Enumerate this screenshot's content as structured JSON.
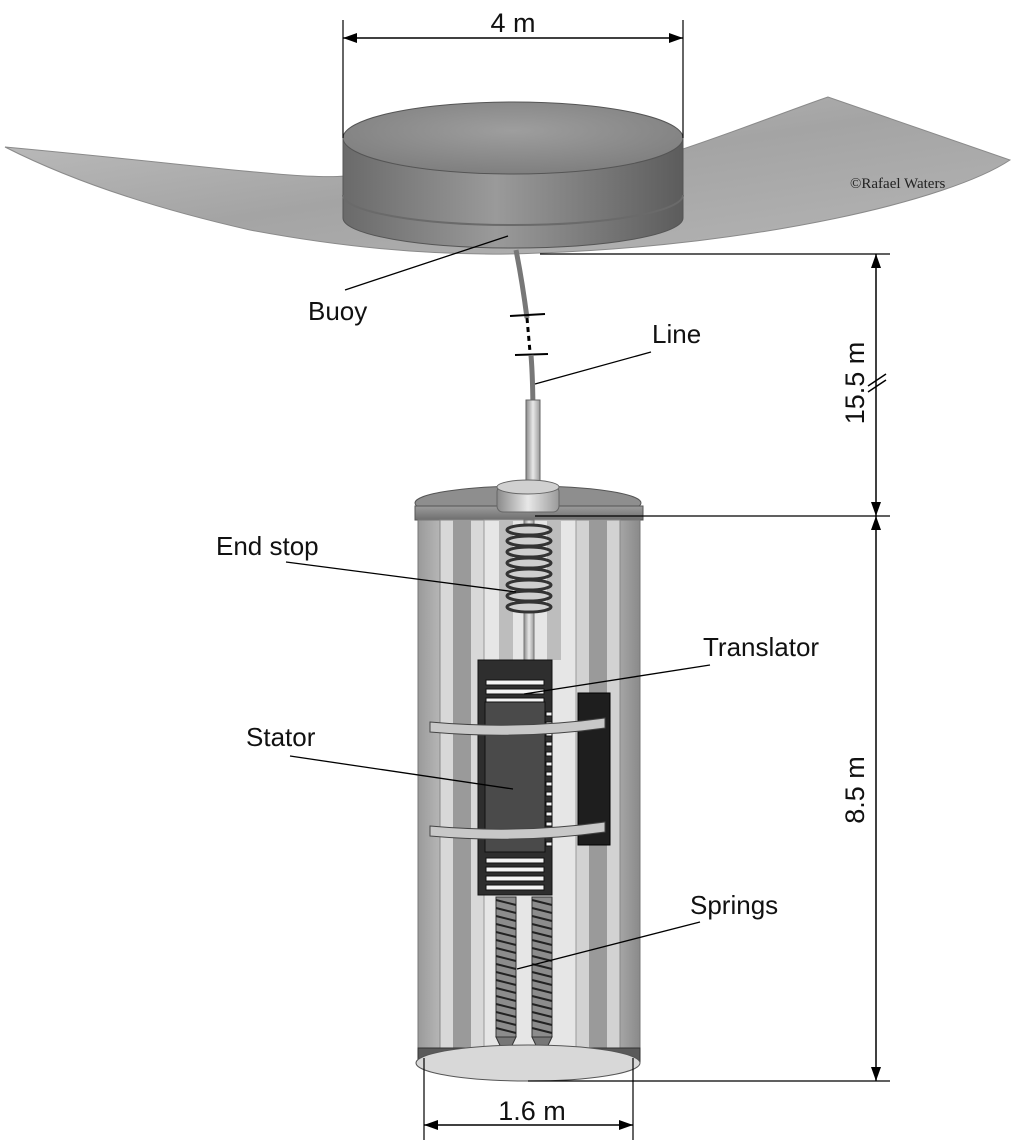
{
  "credit": "©Rafael Waters",
  "labels": {
    "buoy": "Buoy",
    "line": "Line",
    "end_stop": "End stop",
    "translator": "Translator",
    "stator": "Stator",
    "springs": "Springs"
  },
  "dimensions": {
    "buoy_diameter": "4 m",
    "line_length": "15.5 m",
    "generator_height": "8.5 m",
    "generator_diameter": "1.6 m"
  },
  "colors": {
    "sea_surface": "#a9a9a9",
    "buoy_top": "#8c8c8c",
    "buoy_side": "#7a7a7a",
    "hull": "#c4c4c4",
    "stator": "#4a4a4a",
    "translator": "#2a2a2a"
  }
}
